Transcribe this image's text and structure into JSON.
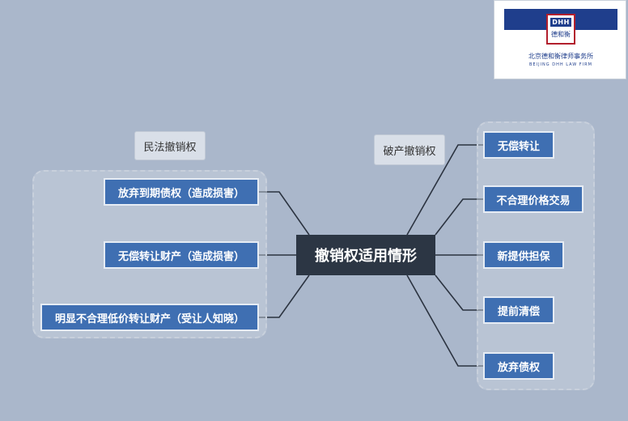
{
  "center": {
    "label": "撤销权适用情形"
  },
  "left_group": {
    "label": "民法撤销权",
    "items": [
      "放弃到期债权（造成损害）",
      "无偿转让财产（造成损害）",
      "明显不合理低价转让财产（受让人知晓）"
    ]
  },
  "right_group": {
    "label": "破产撤销权",
    "items": [
      "无偿转让",
      "不合理价格交易",
      "新提供担保",
      "提前清偿",
      "放弃债权"
    ]
  },
  "logo": {
    "emblem_text": "DHH",
    "seal_text": "德和衡",
    "firm_name_cn": "北京德和衡律师事务所",
    "firm_name_en": "BEIJING DHH LAW FIRM"
  },
  "colors": {
    "background": "#aab7cb",
    "node_fill": "#3f6fb2",
    "center_fill": "#2c3644",
    "connector": "#2b3340",
    "logo_blue": "#1f3e8c",
    "logo_red": "#b21f2d"
  }
}
